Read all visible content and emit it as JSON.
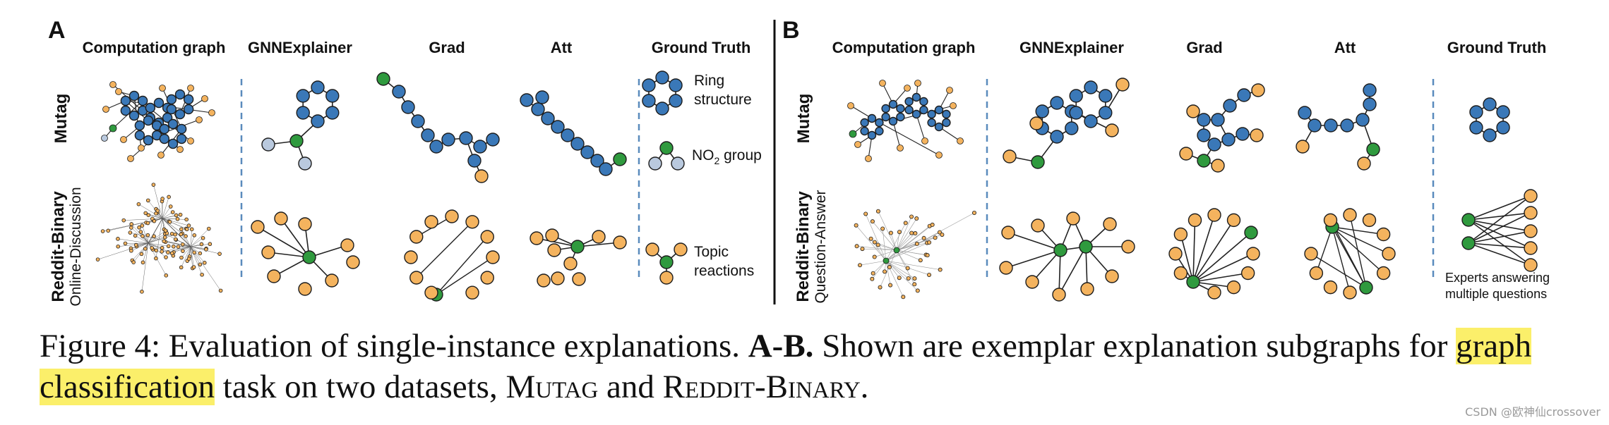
{
  "colors": {
    "blue_node": "#3a78b8",
    "orange_node": "#f4b35e",
    "green_node": "#2f9a3e",
    "lightblue_node": "#b9c9de",
    "edge": "#222222",
    "faint_edge": "#cfcfcf",
    "dashed_divider": "#5a8bbd",
    "highlight": "#fbef6a"
  },
  "panels": {
    "a": {
      "label": "A",
      "headers": [
        "Computation graph",
        "GNNExplainer",
        "Grad",
        "Att",
        "Ground Truth"
      ],
      "rows": [
        {
          "label": "Mutag",
          "sub": ""
        },
        {
          "label": "Reddit-Binary",
          "sub": "Online-Discussion"
        }
      ],
      "legend": {
        "ring_line1": "Ring",
        "ring_line2": "structure",
        "no2_prefix": "NO",
        "no2_sub": "2",
        "no2_suffix": " group",
        "topic_line1": "Topic",
        "topic_line2": "reactions"
      }
    },
    "b": {
      "label": "B",
      "headers": [
        "Computation graph",
        "GNNExplainer",
        "Grad",
        "Att",
        "Ground Truth"
      ],
      "rows": [
        {
          "label": "Mutag",
          "sub": ""
        },
        {
          "label": "Reddit-Binary",
          "sub": "Question-Answer"
        }
      ],
      "legend": {
        "experts_line1": "Experts answering",
        "experts_line2": "multiple questions"
      }
    }
  },
  "caption": {
    "prefix": "Figure 4: Evaluation of single-instance explanations. ",
    "bold": "A-B.",
    "middle": " Shown are exemplar explanation subgraphs for ",
    "highlight1": "graph",
    "highlight2": "classification",
    "rest": " task on two datasets, ",
    "dataset1": "Mutag",
    "and": " and ",
    "dataset2": "Reddit-Binary",
    "end": "."
  },
  "watermark": "CSDN @欧神仙crossover"
}
